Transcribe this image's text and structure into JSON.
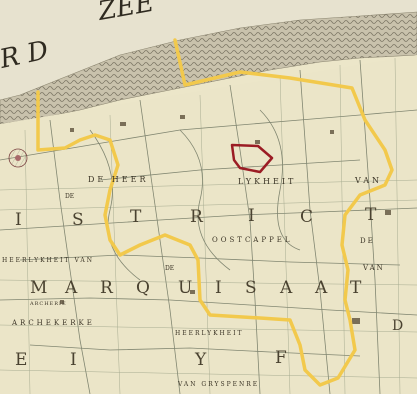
{
  "map": {
    "sea_title": "ZEE",
    "sea_title_left": "R D",
    "labels": {
      "de_heer": "DE HEER",
      "lykheit": "LYKHEIT",
      "van": "VAN",
      "district_i": "I",
      "district_s": "S",
      "district_t": "T",
      "district_r": "R",
      "district_i2": "I",
      "district_c": "C",
      "district_t2": "T",
      "de_right": "DE",
      "van_right": "VAN",
      "d_right": "D",
      "heerlykheit_van": "HEERLYKHEIT VAN",
      "de_mid": "DE",
      "oostcappel": "OOSTCAPPEL",
      "marq_m": "M",
      "marq_a": "A",
      "marq_r": "R",
      "marq_q": "Q",
      "marq_u": "U",
      "marq_i": "I",
      "marq_s": "S",
      "marq_a2": "A",
      "marq_a3": "A",
      "marq_t": "T",
      "archerie": "ARCHERIE",
      "archekerke": "ARCHEKERKE",
      "heerlykheit_bottom": "HEERLYKHEIT",
      "e_bottom": "E",
      "i_bottom": "I",
      "y_bottom": "Y",
      "f_bottom": "F",
      "van_gryspenre": "VAN GRYSPENRE",
      "de_left": "DE"
    },
    "colors": {
      "paper": "#ece6c9",
      "sea": "#e4dfca",
      "dunes": "#b9b3a0",
      "boundary_yellow": "#f2c94c",
      "highlight_red": "#9b1c24",
      "roads": "#6f7662",
      "fields": "#7a8a6e"
    }
  }
}
